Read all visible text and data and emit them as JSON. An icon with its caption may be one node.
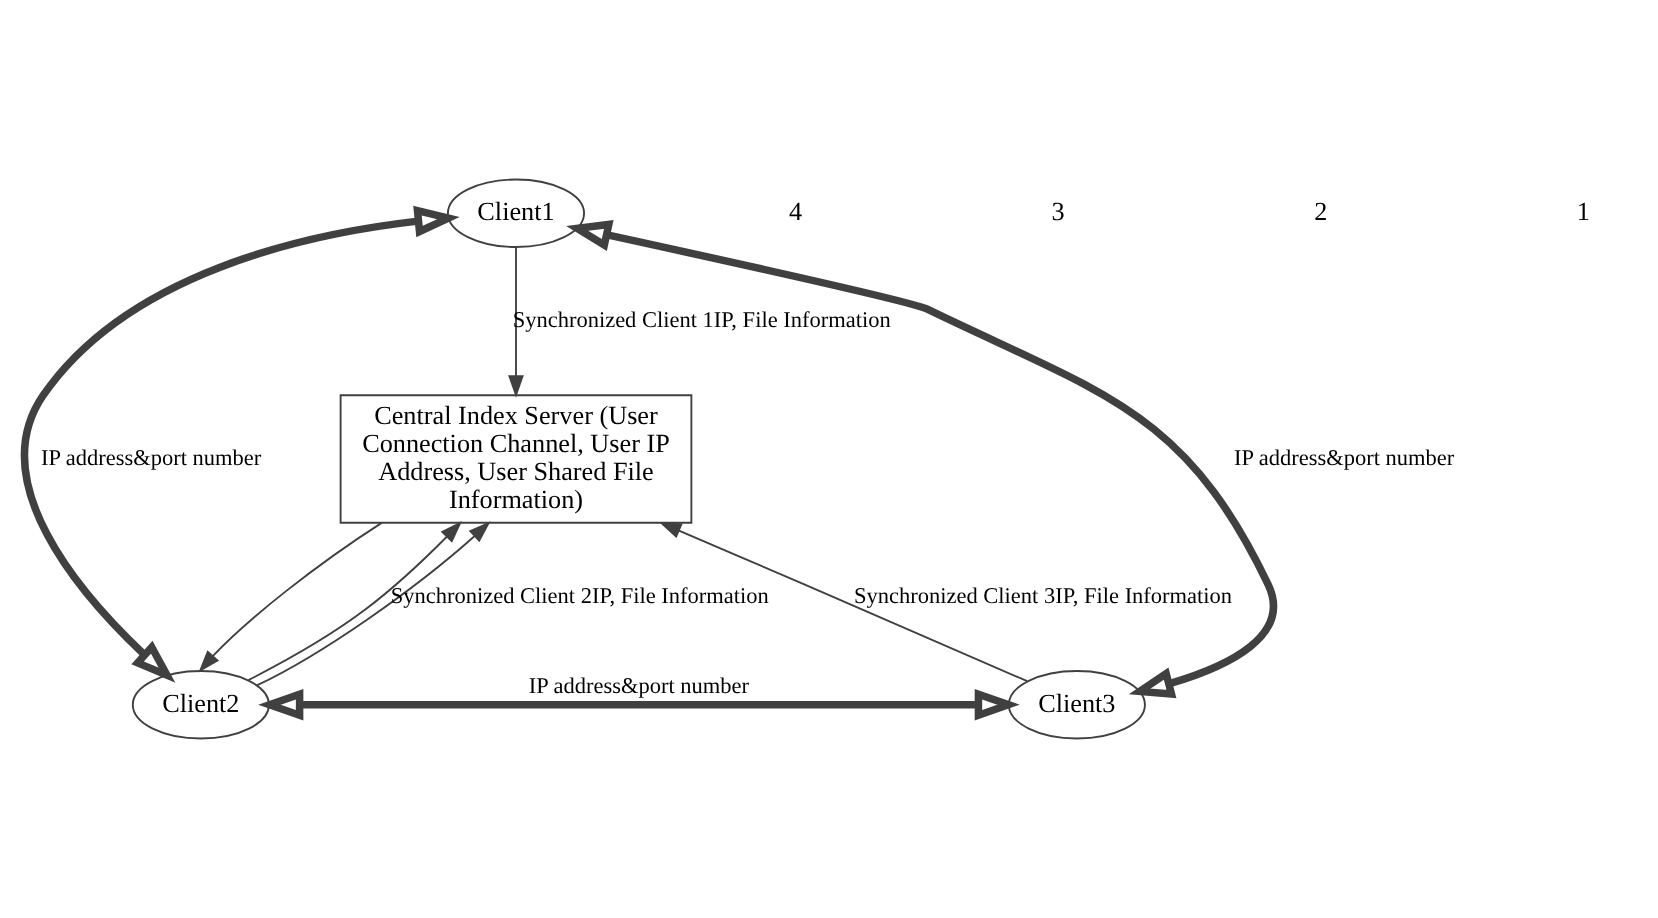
{
  "diagram": {
    "nodes": [
      {
        "text": [
          "Client1"
        ]
      },
      {
        "text": [
          "Central Index Server (User Connection Channel, User IP Address, User Shared File Information)"
        ]
      },
      {
        "text": [
          "Client2"
        ]
      },
      {
        "text": [
          "Client3"
        ]
      }
    ],
    "edges": [
      {
        "from": 0,
        "to": 1,
        "arrow": "to",
        "label": "Synchronized Client 1IP, File Information"
      },
      {
        "from": 0,
        "to": 2,
        "arrow": "both",
        "style": "thick",
        "label": "IP address&port number"
      },
      {
        "from": 0,
        "to": 3,
        "arrow": "both",
        "style": "thick",
        "label": "IP address&port number"
      },
      {
        "from": 2,
        "to": 1,
        "arrow": "to"
      },
      {
        "from": 1,
        "to": 2,
        "arrow": "to"
      },
      {
        "from": 2,
        "to": 1,
        "arrow": "to",
        "label": "Synchronized Client 2IP, File Information"
      },
      {
        "from": 3,
        "to": 1,
        "arrow": "to",
        "label": "Synchronized Client 3IP, File Information"
      },
      {
        "from": 2,
        "to": 3,
        "arrow": "both",
        "style": "thick",
        "label": "IP address&port number"
      }
    ],
    "labels": [
      "4",
      "3",
      "2",
      "1"
    ]
  }
}
